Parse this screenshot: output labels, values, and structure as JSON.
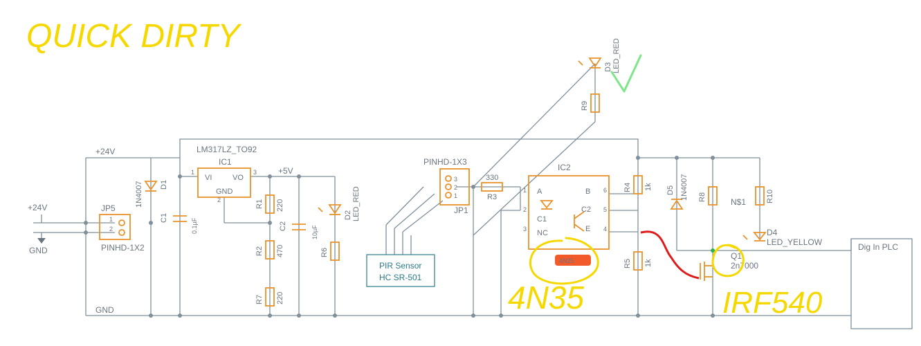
{
  "annotations": {
    "title": "QUICK DIRTY",
    "ic_label": "4N35",
    "mosfet_label": "IRF540",
    "ic_note": "4N25"
  },
  "rails": {
    "v24": "+24V",
    "v24_in": "+24V",
    "v5": "+5V",
    "gnd": "GND",
    "gnd_sym": "GND",
    "n1": "N$1"
  },
  "components": {
    "jp5": {
      "name": "JP5",
      "part": "PINHD-1X2",
      "pin1": "1",
      "pin2": "2"
    },
    "d1": {
      "name": "D1",
      "part": "1N4007"
    },
    "c1": {
      "name": "C1",
      "value": "0.1µF"
    },
    "ic1": {
      "name": "IC1",
      "part": "LM317LZ_TO92",
      "vi": "VI",
      "vo": "VO",
      "gnd": "GND",
      "p1": "1",
      "p2": "2",
      "p3": "3"
    },
    "r1": {
      "name": "R1",
      "value": "220"
    },
    "r2": {
      "name": "R2",
      "value": "470"
    },
    "r7": {
      "name": "R7",
      "value": "220"
    },
    "c2": {
      "name": "C2",
      "value": "10µF"
    },
    "d2": {
      "name": "D2",
      "part": "LED_RED"
    },
    "r6": {
      "name": "R6"
    },
    "pir": {
      "line1": "PIR Sensor",
      "line2": "HC SR-501"
    },
    "jp1": {
      "name": "JP1",
      "part": "PINHD-1X3",
      "p1": "1",
      "p2": "2",
      "p3": "3"
    },
    "r3": {
      "name": "R3",
      "value": "330"
    },
    "d3": {
      "name": "D3",
      "part": "LED_RED"
    },
    "r9": {
      "name": "R9"
    },
    "ic2": {
      "name": "IC2",
      "a": "A",
      "c1": "C1",
      "nc": "NC",
      "b": "B",
      "c2": "C2",
      "e": "E",
      "p1": "1",
      "p2": "2",
      "p3": "3",
      "p4": "4",
      "p5": "5",
      "p6": "6"
    },
    "r4": {
      "name": "R4",
      "value": "1k"
    },
    "r5": {
      "name": "R5",
      "value": "1k"
    },
    "d5": {
      "name": "D5",
      "part": "1N4007"
    },
    "r8": {
      "name": "R8"
    },
    "r10": {
      "name": "R10"
    },
    "d4": {
      "name": "D4",
      "part": "LED_YELLOW"
    },
    "q1": {
      "name": "Q1",
      "part": "2n7000"
    },
    "plc": {
      "label": "Dig In PLC"
    }
  },
  "colors": {
    "wire": "#7f8f9b",
    "component": "#e8922a",
    "highlighter": "#f5d800",
    "red_wire": "#dd1b1b",
    "check": "#7ee58a",
    "pir_text": "#2a7a8a"
  }
}
